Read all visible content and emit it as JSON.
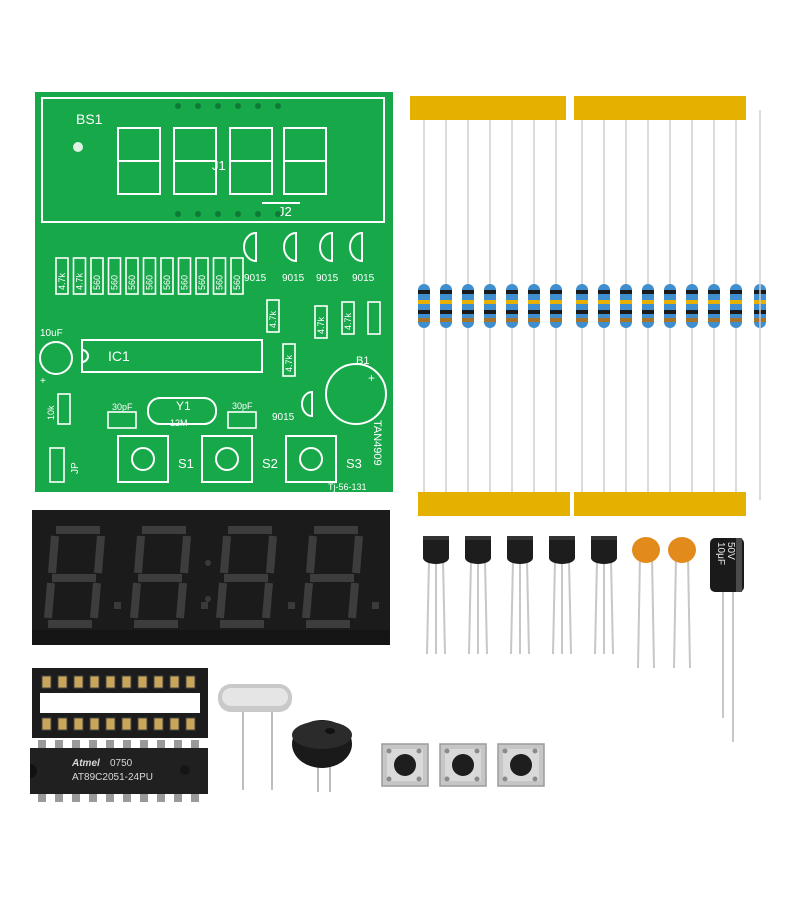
{
  "pcb": {
    "board_name": "BS1",
    "connector_j1": "J1",
    "connector_j2": "J2",
    "ic_label": "IC1",
    "crystal_label": "Y1",
    "crystal_freq": "12M",
    "cap_left": "30pF",
    "cap_right": "30pF",
    "elec_cap": "10uF",
    "resistor_10k": "10k",
    "jumper": "JP",
    "buzzer": "B1",
    "transistor_code": "9015",
    "switch_labels": [
      "S1",
      "S2",
      "S3"
    ],
    "resistor_values": [
      "4.7k",
      "4.7k",
      "560",
      "560",
      "560",
      "560",
      "560",
      "560",
      "560",
      "560",
      "560"
    ],
    "side_resistors": [
      "4.7k",
      "4.7k",
      "4.7k",
      "4.7k"
    ],
    "side_text": "TAN4909",
    "bottom_text": "Tj-56-131"
  },
  "chip": {
    "brand": "Atmel",
    "batch": "0750",
    "part": "AT89C2051-24PU"
  },
  "capacitor": {
    "value": "10μF",
    "voltage": "50V"
  },
  "colors": {
    "pcb_green": "#17a84a",
    "silkscreen": "#ffffff",
    "tape_yellow": "#e4b100",
    "resistor_blue": "#3f8fd0",
    "display_black": "#1b1b1b",
    "segment_gray": "#3a3a3a"
  }
}
